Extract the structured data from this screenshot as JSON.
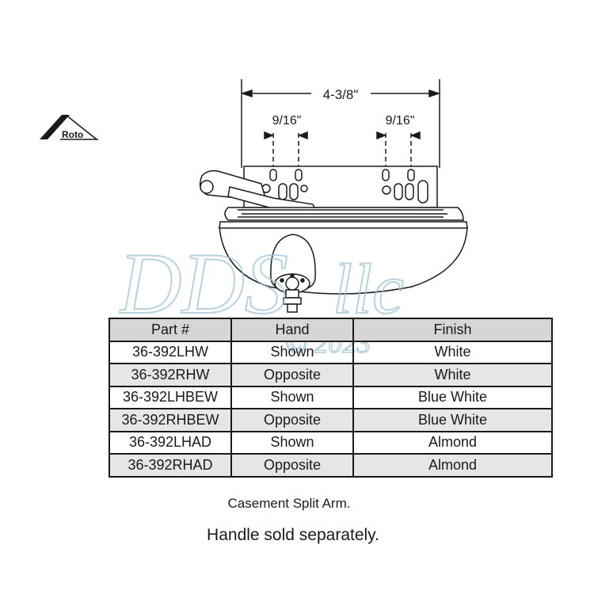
{
  "brand": {
    "logo_text": "Roto"
  },
  "dimensions": {
    "overall": "4-3/8\"",
    "left_slot": "9/16\"",
    "right_slot": "9/16\""
  },
  "watermark": {
    "text": "DDS llc",
    "year": "© 2023"
  },
  "table": {
    "headers": [
      "Part #",
      "Hand",
      "Finish"
    ],
    "rows": [
      {
        "part": "36-392LHW",
        "hand": "Shown",
        "finish": "White"
      },
      {
        "part": "36-392RHW",
        "hand": "Opposite",
        "finish": "White"
      },
      {
        "part": "36-392LHBEW",
        "hand": "Shown",
        "finish": "Blue White"
      },
      {
        "part": "36-392RHBEW",
        "hand": "Opposite",
        "finish": "Blue White"
      },
      {
        "part": "36-392LHAD",
        "hand": "Shown",
        "finish": "Almond"
      },
      {
        "part": "36-392RHAD",
        "hand": "Opposite",
        "finish": "Almond"
      }
    ]
  },
  "captions": {
    "product": "Casement Split Arm.",
    "note": "Handle sold separately."
  }
}
